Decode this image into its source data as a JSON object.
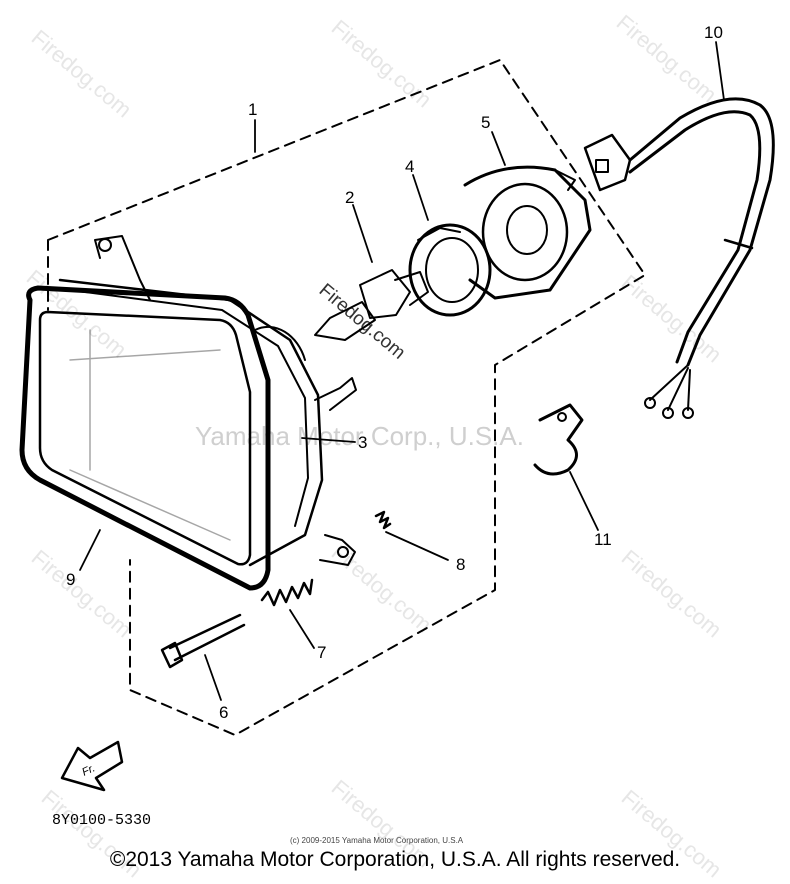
{
  "watermark": {
    "text": "Firedog.com",
    "center_text": "Yamaha Motor Corp., U.S.A."
  },
  "callouts": [
    "1",
    "2",
    "3",
    "4",
    "5",
    "6",
    "7",
    "8",
    "9",
    "10",
    "11"
  ],
  "front_arrow_label": "Fr.",
  "part_code": "8Y0100-5330",
  "small_copyright": "(c) 2009-2015 Yamaha Motor Corporation, U.S.A",
  "copyright": "©2013 Yamaha Motor Corporation, U.S.A. All rights reserved."
}
